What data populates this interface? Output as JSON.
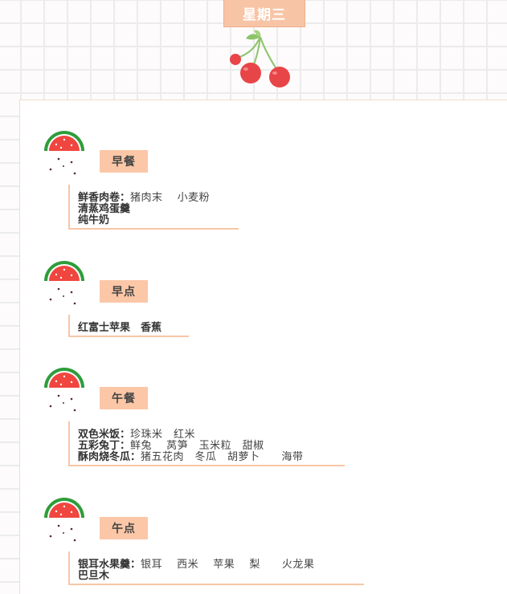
{
  "day": "星期三",
  "meals": [
    {
      "label": "早餐",
      "items": [
        {
          "name": "鲜香肉卷：",
          "ingredients": "猪肉末　 小麦粉"
        },
        {
          "name": "清蒸鸡蛋羹",
          "ingredients": ""
        },
        {
          "name": "纯牛奶",
          "ingredients": ""
        }
      ]
    },
    {
      "label": "早点",
      "items": [
        {
          "name": "红富士苹果　香蕉",
          "ingredients": ""
        }
      ]
    },
    {
      "label": "午餐",
      "items": [
        {
          "name": "双色米饭：",
          "ingredients": "珍珠米　红米"
        },
        {
          "name": "五彩兔丁：",
          "ingredients": "鲜兔　 莴笋　玉米粒　甜椒"
        },
        {
          "name": "酥肉烧冬瓜：",
          "ingredients": "猪五花肉　冬瓜　胡萝卜　　海带"
        }
      ]
    },
    {
      "label": "午点",
      "items": [
        {
          "name": "银耳水果羹：",
          "ingredients": "银耳　 西米　 苹果　 梨　　火龙果"
        },
        {
          "name": "巴旦木",
          "ingredients": ""
        }
      ]
    }
  ],
  "colors": {
    "accent": "#fbc7a7",
    "border": "#f7c6a5",
    "watermelon_red": "#f0463f",
    "rind_green": "#2e9d3b",
    "cherry_red": "#e84548"
  },
  "icons": {
    "decoration_top": "cherry-icon",
    "meal_marker": "watermelon-icon"
  }
}
